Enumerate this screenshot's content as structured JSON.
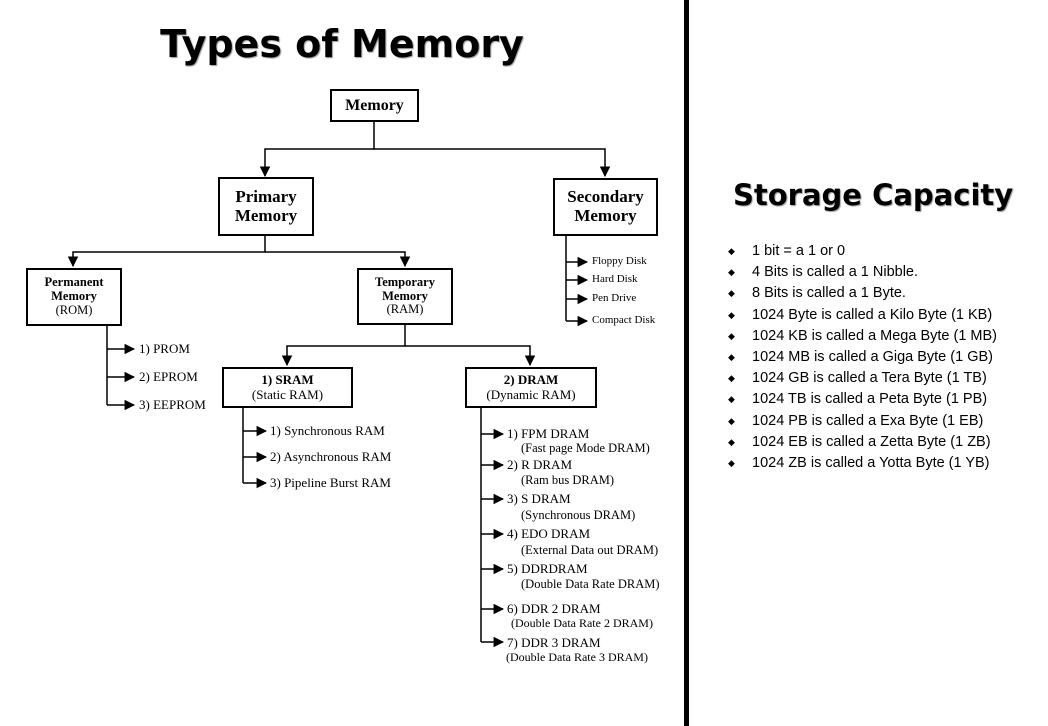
{
  "main_title": "Types of Memory",
  "storage_title": "Storage Capacity",
  "nodes": {
    "memory": "Memory",
    "primary": {
      "line1": "Primary",
      "line2": "Memory"
    },
    "secondary": {
      "line1": "Secondary",
      "line2": "Memory"
    },
    "permanent": {
      "line1": "Permanent",
      "line2": "Memory",
      "sub": "(ROM)"
    },
    "temporary": {
      "line1": "Temporary",
      "line2": "Memory",
      "sub": "(RAM)"
    },
    "sram": {
      "line1": "1)  SRAM",
      "sub": "(Static RAM)"
    },
    "dram": {
      "line1": "2)  DRAM",
      "sub": "(Dynamic RAM)"
    }
  },
  "secondary_items": [
    "Floppy Disk",
    "Hard Disk",
    "Pen Drive",
    "Compact Disk"
  ],
  "rom_items": [
    "1) PROM",
    "2) EPROM",
    "3) EEPROM"
  ],
  "sram_items": [
    "1) Synchronous RAM",
    "2) Asynchronous RAM",
    "3) Pipeline Burst RAM"
  ],
  "dram_items": [
    {
      "name": "1) FPM DRAM",
      "desc": "(Fast page Mode DRAM)"
    },
    {
      "name": "2) R DRAM",
      "desc": "(Ram bus DRAM)"
    },
    {
      "name": "3) S DRAM",
      "desc": "(Synchronous DRAM)"
    },
    {
      "name": "4) EDO DRAM",
      "desc": "(External Data out DRAM)"
    },
    {
      "name": "5) DDRDRAM",
      "desc": "(Double Data Rate DRAM)"
    },
    {
      "name": "6) DDR 2 DRAM",
      "desc": "(Double Data Rate 2 DRAM)"
    },
    {
      "name": "7) DDR 3 DRAM",
      "desc": "(Double Data Rate 3 DRAM)"
    }
  ],
  "storage_items": [
    "1 bit =  a 1 or 0",
    "4 Bits is called a 1 Nibble.",
    "8 Bits is called a 1 Byte.",
    "1024 Byte is called a Kilo Byte (1 KB)",
    "1024 KB is called a Mega Byte (1 MB)",
    "1024 MB is called a Giga Byte (1 GB)",
    "1024 GB is called a Tera Byte (1 TB)",
    "1024 TB is called a Peta Byte (1 PB)",
    "1024 PB is called a Exa Byte (1 EB)",
    "1024 EB is called a Zetta Byte (1 ZB)",
    "1024 ZB is called a Yotta Byte (1 YB)"
  ]
}
